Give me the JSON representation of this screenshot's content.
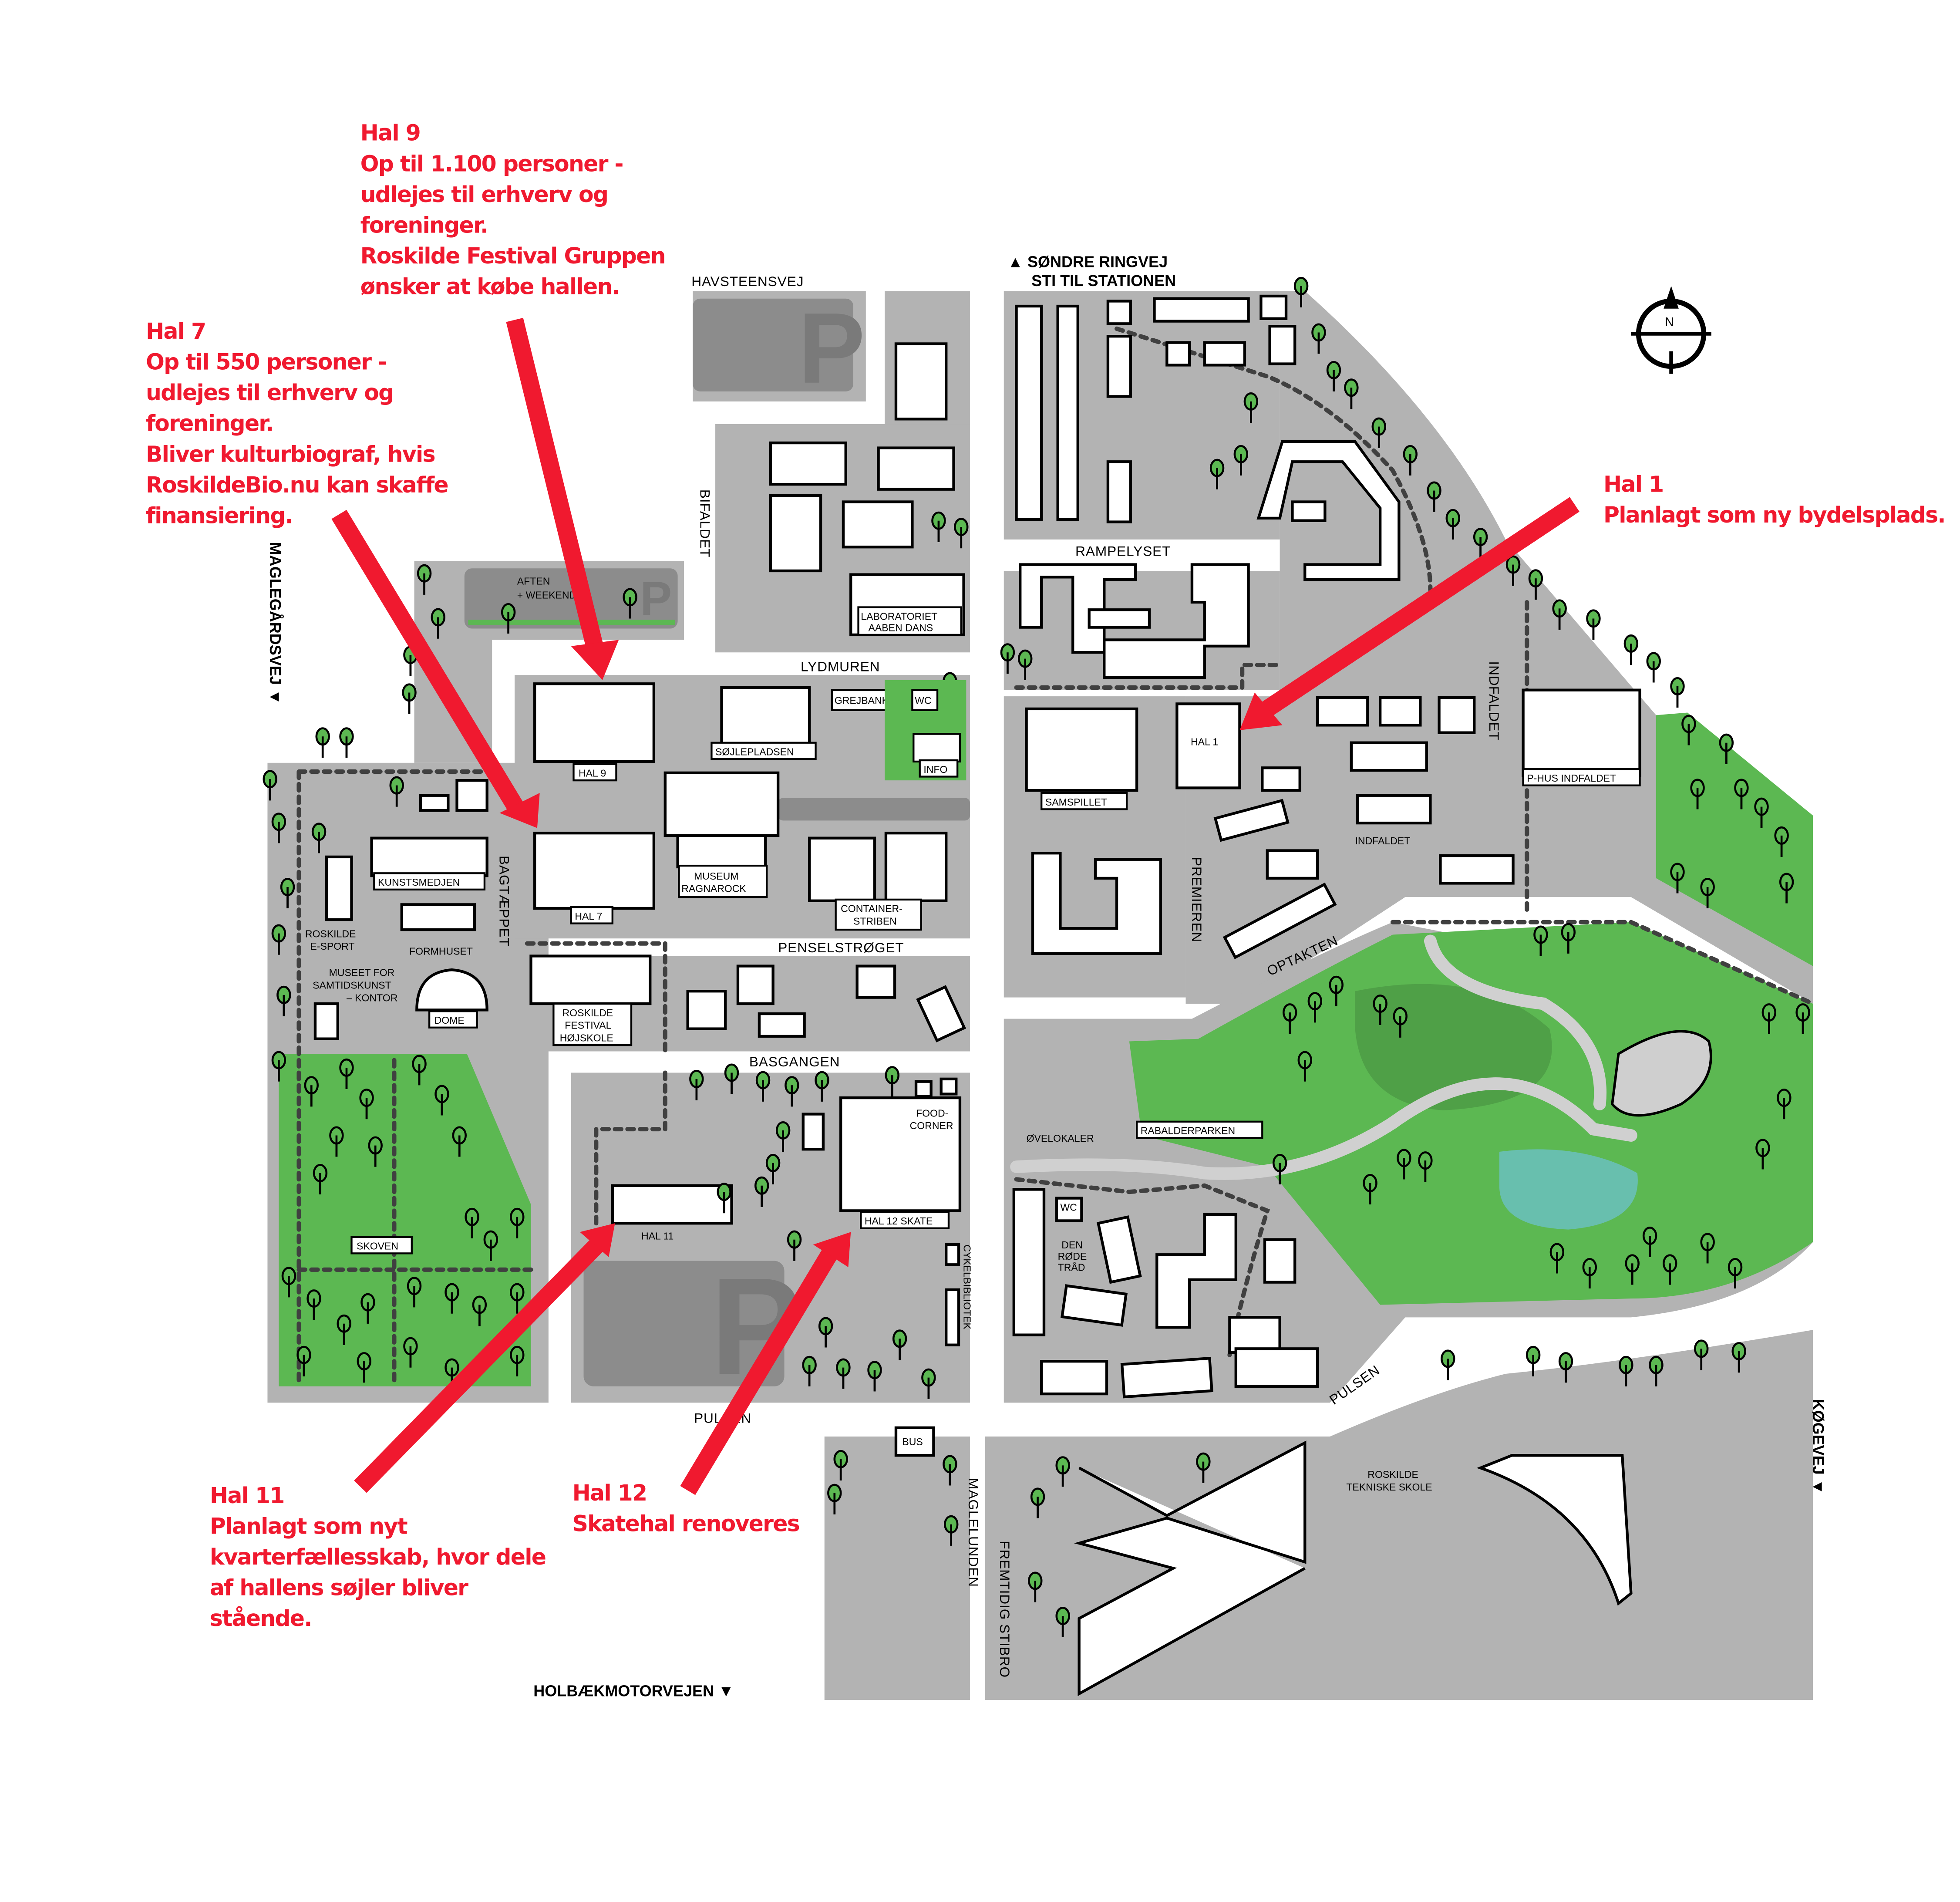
{
  "annotations": {
    "hal9": [
      "Hal 9",
      "Op til 1.100 personer -",
      "udlejes til erhverv og",
      "foreninger.",
      "Roskilde Festival Gruppen",
      "ønsker at købe hallen."
    ],
    "hal7": [
      "Hal 7",
      "Op til 550 personer -",
      "udlejes til erhverv og",
      "foreninger.",
      "Bliver kulturbiograf, hvis",
      "RoskildeBio.nu kan skaffe",
      "finansiering."
    ],
    "hal1": [
      "Hal 1",
      "Planlagt som ny bydelsplads."
    ],
    "hal11": [
      "Hal 11",
      "Planlagt som nyt",
      "kvarterfællesskab, hvor dele",
      "af hallens søjler bliver",
      "stående."
    ],
    "hal12": [
      "Hal 12",
      "Skatehal renoveres"
    ]
  },
  "roads": {
    "sondre_ringvej": [
      "▲  SØNDRE RINGVEJ",
      "STI TIL STATIONEN"
    ],
    "maglegaardsvej": "MAGLEGÅRDSVEJ  ▼",
    "holbaekmotorvejen": "HOLBÆKMOTORVEJEN  ▼",
    "koegevej": "KØGEVEJ  ▼"
  },
  "streets": {
    "havsteensvej": "HAVSTEENSVEJ",
    "bifaldet": "BIFALDET",
    "lydmuren": "LYDMUREN",
    "rampelyset": "RAMPELYSET",
    "bagtaeppet": "BAGTÆPPET",
    "penselstroget": "PENSELSTRØGET",
    "basgangen": "BASGANGEN",
    "premieren": "PREMIEREN",
    "indfaldet_street": "INDFALDET",
    "optakten": "OPTAKTEN",
    "pulsen_left": "PULSEN",
    "pulsen_right": "PULSEN",
    "maglelunden": "MAGLELUNDEN",
    "fremtidig_stibro": "FREMTIDIG STIBRO"
  },
  "labels": {
    "aften_weekend": [
      "AFTEN",
      "+ WEEKEND"
    ],
    "laboratoriet": [
      "LABORATORIET",
      "AABEN DANS"
    ],
    "hal9": "HAL 9",
    "sojlepladsen": "SØJLEPLADSEN",
    "grejbank": "GREJBANK",
    "wc1": "WC",
    "info": "INFO",
    "kunstsmedjen": "KUNSTSMEDJEN",
    "roskilde_esport": [
      "ROSKILDE",
      "E-SPORT"
    ],
    "formhuset": "FORMHUSET",
    "museet": [
      "MUSEET FOR",
      "SAMTIDSKUNST",
      "– KONTOR"
    ],
    "dome": "DOME",
    "hal7": "HAL 7",
    "museum_ragnarock": [
      "MUSEUM",
      "RAGNAROCK"
    ],
    "containerstriben": [
      "CONTAINER-",
      "STRIBEN"
    ],
    "hojskole": [
      "ROSKILDE",
      "FESTIVAL",
      "HØJSKOLE"
    ],
    "skoven": "SKOVEN",
    "hal11": "HAL 11",
    "hal12": "HAL 12 SKATE",
    "foodcorner": [
      "FOOD-",
      "CORNER"
    ],
    "cykelbibliotek": "CYKELBIBLIOTEK",
    "bus": "BUS",
    "samspillet": "SAMSPILLET",
    "hal1": "HAL 1",
    "indfaldet": "INDFALDET",
    "phus": "P-HUS INDFALDET",
    "ovelokaler": "ØVELOKALER",
    "rabalderparken": "RABALDERPARKEN",
    "wc2": "WC",
    "den_rode_traad": [
      "DEN",
      "RØDE",
      "TRÅD"
    ],
    "tekniske_skole": [
      "ROSKILDE",
      "TEKNISKE SKOLE"
    ],
    "parking": "P",
    "compass": "N"
  },
  "colors": {
    "annotation": "#f0192f",
    "park": "#5cb852",
    "block": "#b3b3b3",
    "lake": "#68bfae"
  }
}
